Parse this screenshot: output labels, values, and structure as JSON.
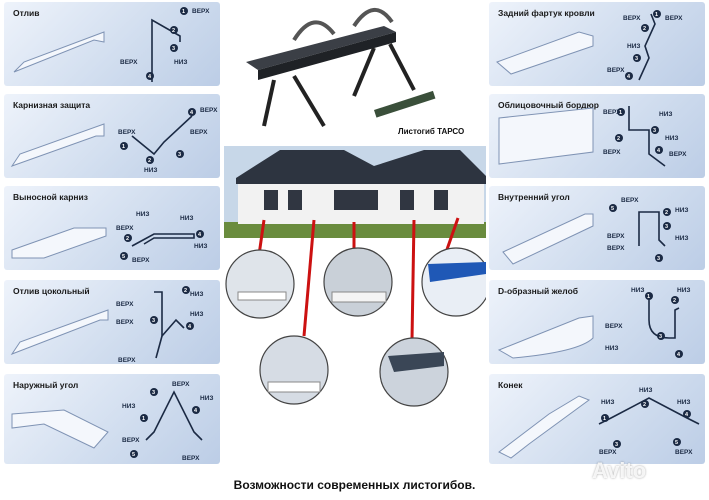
{
  "panels_left": [
    {
      "title": "Отлив",
      "labels": [
        "ВЕРХ",
        "ВЕРХ",
        "НИЗ"
      ]
    },
    {
      "title": "Карнизная защита",
      "labels": [
        "ВЕРХ",
        "ВЕРХ",
        "ВЕРХ",
        "НИЗ"
      ]
    },
    {
      "title": "Выносной карниз",
      "labels": [
        "НИЗ",
        "НИЗ",
        "ВЕРХ",
        "НИЗ",
        "ВЕРХ"
      ]
    },
    {
      "title": "Отлив цокольный",
      "labels": [
        "ВЕРХ",
        "НИЗ",
        "ВЕРХ",
        "НИЗ",
        "ВЕРХ"
      ]
    },
    {
      "title": "Наружный угол",
      "labels": [
        "ВЕРХ",
        "НИЗ",
        "НИЗ",
        "ВЕРХ",
        "ВЕРХ"
      ]
    }
  ],
  "panels_right": [
    {
      "title": "Задний фартук кровли",
      "labels": [
        "ВЕРХ",
        "ВЕРХ",
        "НИЗ",
        "ВЕРХ"
      ]
    },
    {
      "title": "Облицовочный бордюр",
      "labels": [
        "ВЕРХ",
        "НИЗ",
        "ВЕРХ",
        "НИЗ",
        "ВЕРХ"
      ]
    },
    {
      "title": "Внутренний угол",
      "labels": [
        "ВЕРХ",
        "НИЗ",
        "ВЕРХ",
        "НИЗ",
        "ВЕРХ"
      ]
    },
    {
      "title": "D-образный желоб",
      "labels": [
        "НИЗ",
        "НИЗ",
        "ВЕРХ",
        "НИЗ"
      ]
    },
    {
      "title": "Конек",
      "labels": [
        "НИЗ",
        "НИЗ",
        "НИЗ",
        "ВЕРХ",
        "ВЕРХ"
      ]
    }
  ],
  "machine_label": "Листогиб ТАРСО",
  "caption": "Возможности современных листогибов.",
  "watermark": "Avito"
}
